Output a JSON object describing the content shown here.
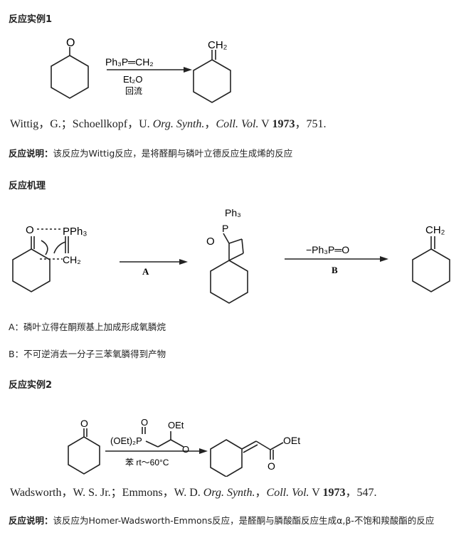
{
  "sections": {
    "example1_title": "反应实例1",
    "mechanism_title": "反应机理",
    "example2_title": "反应实例2"
  },
  "example1": {
    "reagent": "Ph₃P═CH₂",
    "solvent": "Et₂O",
    "condition": "回流",
    "product_group": "CH₂",
    "ketone_o": "O",
    "ref_authors": "Wittig，G.；Schoellkopf，U. ",
    "ref_journal": "Org. Synth.",
    "ref_sep": "，",
    "ref_coll": "Coll. Vol.",
    "ref_vol": " V ",
    "ref_year": "1973",
    "ref_page": "，751.",
    "desc_label": "反应说明：",
    "desc_text": "该反应为Wittig反应，是将醛酮与磷叶立德反应生成烯的反应"
  },
  "mechanism": {
    "ylide_p": "PPh₃",
    "ylide_ch2": "CH₂",
    "ketone_o": "O",
    "int_ph3": "Ph₃",
    "int_p": "P",
    "int_o": "O",
    "step_a_label": "A",
    "step_b_label": "B",
    "step_b_reagent": "−Ph₃P═O",
    "product_group": "CH₂",
    "note_a": "A：磷叶立得在酮羰基上加成形成氧膦烷",
    "note_b": "B：不可逆消去一分子三苯氧膦得到产物"
  },
  "example2": {
    "ketone_o": "O",
    "reagent_oet": "OEt",
    "reagent_p": "(OEt)₂P",
    "reagent_po": "O",
    "reagent_co": "O",
    "condition": "苯 rt～60°C",
    "product_oet": "OEt",
    "product_o": "O",
    "ref_authors": "Wadsworth，W. S. Jr.；Emmons，W. D. ",
    "ref_journal": "Org. Synth.",
    "ref_sep": "，",
    "ref_coll": "Coll. Vol.",
    "ref_vol": " V ",
    "ref_year": "1973",
    "ref_page": "，547.",
    "desc_label": "反应说明：",
    "desc_text": "该反应为Homer-Wadsworth-Emmons反应，是醛酮与膦酸酯反应生成α,β-不饱和羧酸酯的反应"
  }
}
